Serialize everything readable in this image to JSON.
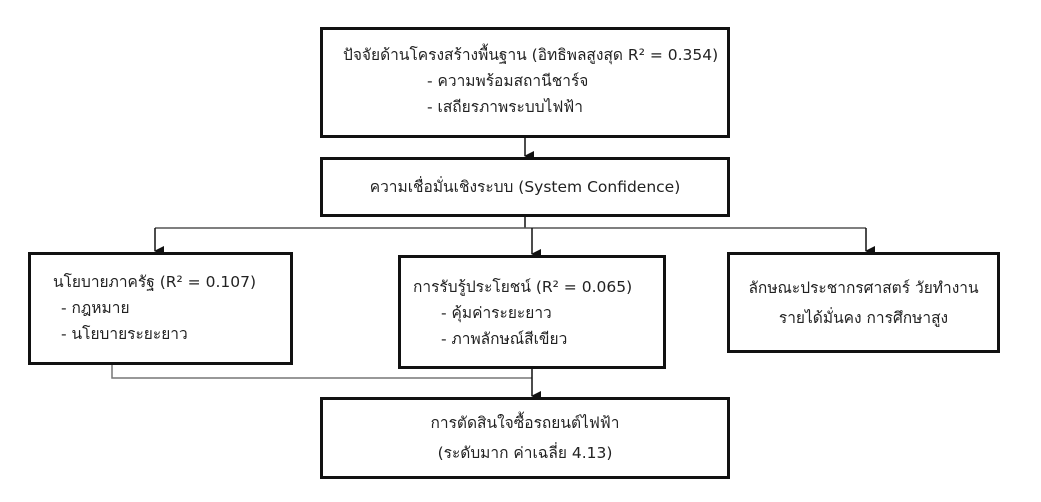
{
  "infrastructure": {
    "title": "ปัจจัยด้านโครงสร้างพื้นฐาน (อิทธิพลสูงสุด R² = 0.354)",
    "items": [
      "- ความพร้อมสถานีชาร์จ",
      "- เสถียรภาพระบบไฟฟ้า"
    ]
  },
  "confidence": {
    "title": "ความเชื่อมั่นเชิงระบบ (System Confidence)"
  },
  "policy": {
    "title": "นโยบายภาครัฐ (R² = 0.107)",
    "items": [
      "- กฎหมาย",
      "- นโยบายระยะยาว"
    ]
  },
  "benefit": {
    "title": "การรับรู้ประโยชน์ (R² = 0.065)",
    "items": [
      "- คุ้มค่าระยะยาว",
      "- ภาพลักษณ์สีเขียว"
    ]
  },
  "demographics": {
    "lines": [
      "ลักษณะประชากรศาสตร์ วัยทำงาน",
      "รายได้มั่นคง การศึกษาสูง"
    ]
  },
  "decision": {
    "lines": [
      "การตัดสินใจซื้อรถยนต์ไฟฟ้า",
      "(ระดับมาก ค่าเฉลี่ย 4.13)"
    ]
  }
}
